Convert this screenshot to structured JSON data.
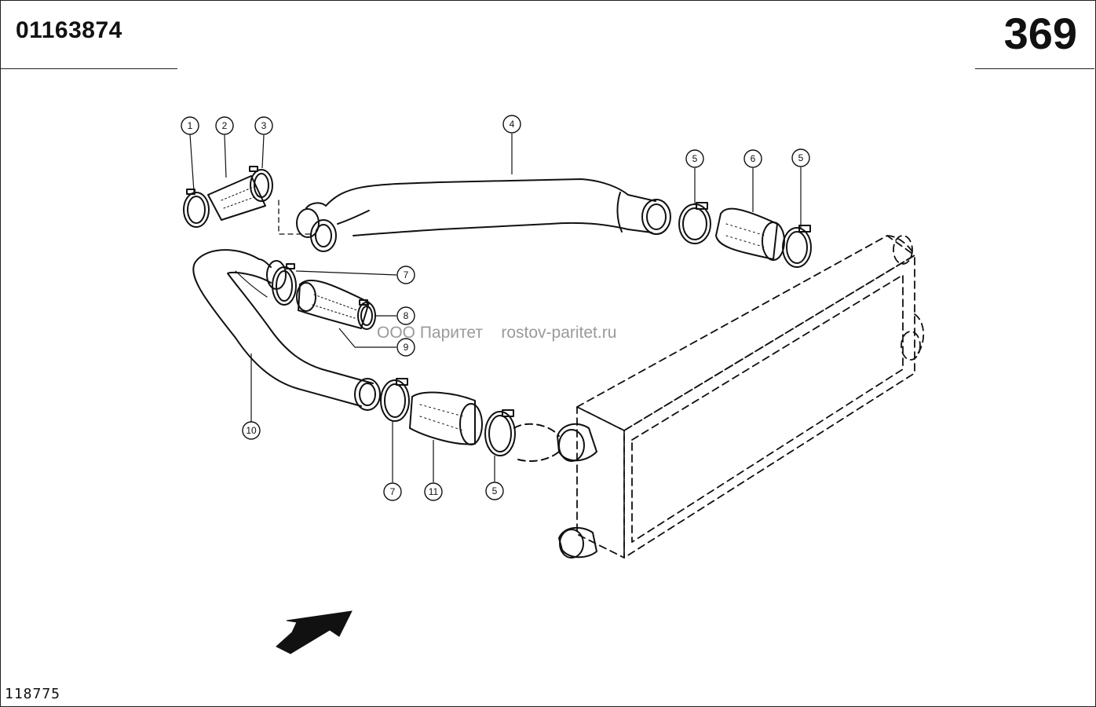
{
  "header": {
    "doc_number": "01163874",
    "page_number": "369"
  },
  "footer": {
    "drawing_code": "118775"
  },
  "watermark": {
    "text": "ООО Паритет    rostov-paritet.ru"
  },
  "callouts": {
    "c1": "1",
    "c2": "2",
    "c3": "3",
    "c4": "4",
    "c5a": "5",
    "c6": "6",
    "c5b": "5",
    "c7a": "7",
    "c8": "8",
    "c9": "9",
    "c10": "10",
    "c7b": "7",
    "c11": "11",
    "c5c": "5"
  }
}
